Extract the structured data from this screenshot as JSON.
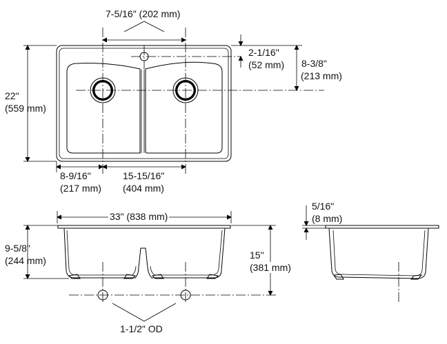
{
  "labels": {
    "top_width": "7-5/16\" (202 mm)",
    "faucet_offset_in": "2-1/16\"",
    "faucet_offset_mm": "(52 mm)",
    "drain_from_back_in": "8-3/8\"",
    "drain_from_back_mm": "(213 mm)",
    "depth_front_back_in": "22\"",
    "depth_front_back_mm": "(559 mm)",
    "left_drain_in": "8-9/16\"",
    "left_drain_mm": "(217 mm)",
    "drain_spacing_in": "15-15/16\"",
    "drain_spacing_mm": "(404 mm)",
    "overall_width": "33\" (838 mm)",
    "bowl_depth_in": "9-5/8\"",
    "bowl_depth_mm": "(244 mm)",
    "total_height_in": "15\"",
    "total_height_mm": "(381 mm)",
    "rim_in": "5/16\"",
    "rim_mm": "(8 mm)",
    "drain_od": "1-1/2\" OD"
  }
}
